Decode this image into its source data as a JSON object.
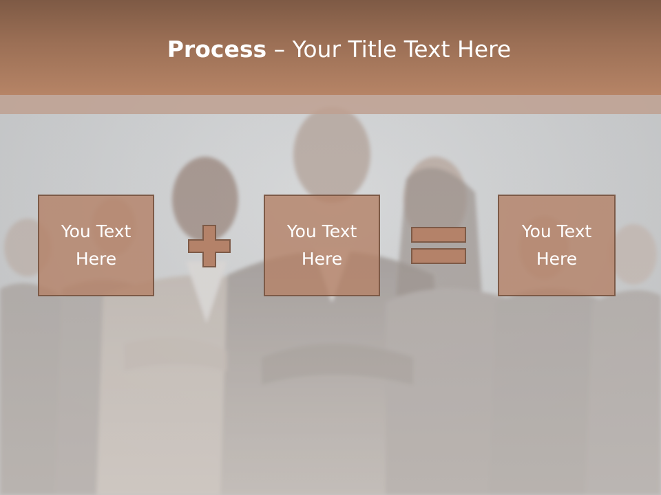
{
  "slide": {
    "title_bold": "Process",
    "title_rest": " – Your Title Text Here"
  },
  "boxes": [
    {
      "line1": "You Text",
      "line2": "Here"
    },
    {
      "line1": "You Text",
      "line2": "Here"
    },
    {
      "line1": "You Text",
      "line2": "Here"
    }
  ],
  "operators": {
    "plus_icon": "plus-icon",
    "equals_icon": "equals-icon"
  },
  "colors": {
    "title_bar": "#9b6f55",
    "box_fill": "#b48269",
    "box_border": "#7d5a47",
    "text": "#ffffff"
  },
  "background": {
    "image": "business-team-photo"
  }
}
